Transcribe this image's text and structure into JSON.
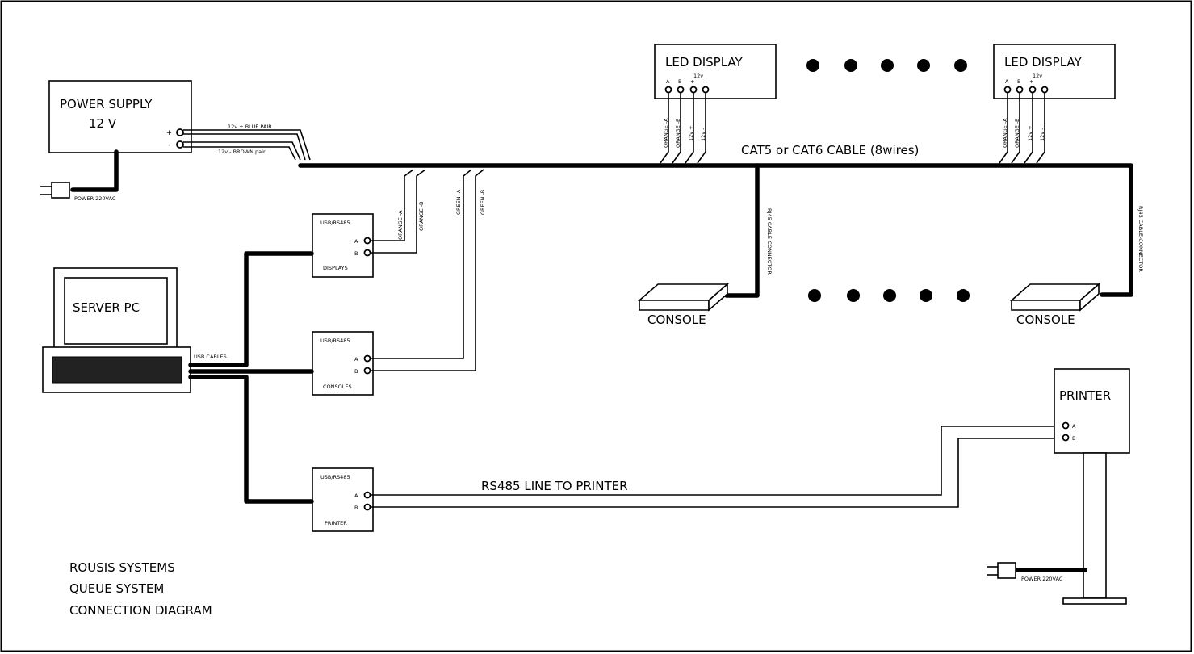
{
  "power_supply": {
    "title": "POWER SUPPLY",
    "voltage": "12 V",
    "plus": "+",
    "minus": "-"
  },
  "wires": {
    "blue_pair": "12v + BLUE PAIR",
    "brown_pair": "12v - BROWN pair"
  },
  "mains": {
    "label": "POWER 220VAC"
  },
  "bus": {
    "label": "CAT5 or CAT6 CABLE (8wires)"
  },
  "led_display": {
    "title": "LED DISPLAY",
    "supply": "12v",
    "pins": [
      "A",
      "B",
      "+",
      "-"
    ],
    "wires": [
      "ORANGE -A",
      "ORANGE -B",
      "12v +",
      "12v -"
    ]
  },
  "usb_rs485": {
    "header": "USB/RS485",
    "pin_a": "A",
    "pin_b": "B",
    "displays_name": "DISPLAYS",
    "consoles_name": "CONSOLES",
    "printer_name": "PRINTER"
  },
  "display_wires": [
    "ORANGE -A",
    "ORANGE -B"
  ],
  "console_wires": [
    "GREEN -A",
    "GREEN -B"
  ],
  "server": {
    "title": "SERVER PC",
    "usb_label": "USB CABLES"
  },
  "console": {
    "label": "CONSOLE",
    "drop_label": "RJ45 CABLE-CONNECTOR"
  },
  "printer": {
    "title": "PRINTER",
    "pin_a": "A",
    "pin_b": "B",
    "line_label": "RS485 LINE TO PRINTER"
  },
  "footer": {
    "line1": "ROUSIS SYSTEMS",
    "line2": "QUEUE SYSTEM",
    "line3": "CONNECTION DIAGRAM"
  }
}
